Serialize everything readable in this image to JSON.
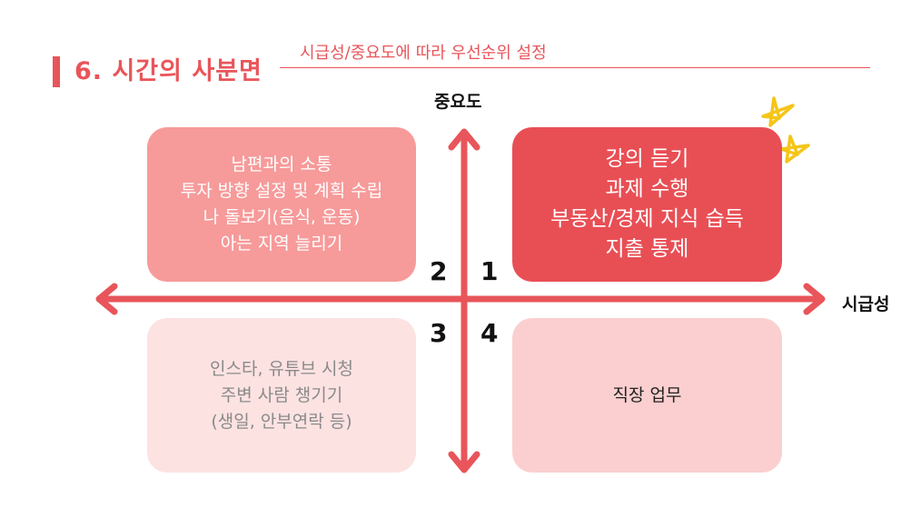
{
  "header": {
    "title": "6. 시간의 사분면",
    "subtitle": "시급성/중요도에 따라 우선순위 설정"
  },
  "axes": {
    "y_label": "중요도",
    "x_label": "시급성"
  },
  "quadrants": {
    "q1": {
      "number": "1",
      "lines": [
        "강의 듣기",
        "과제 수행",
        "부동산/경제 지식 습득",
        "지출 통제"
      ]
    },
    "q2": {
      "number": "2",
      "lines": [
        "남편과의 소통",
        "투자 방향 설정 및 계획 수립",
        "나 돌보기(음식, 운동)",
        "아는 지역 늘리기"
      ]
    },
    "q3": {
      "number": "3",
      "lines": [
        "인스타, 유튜브 시청",
        "주변 사람 챙기기",
        "(생일, 안부연락 등)"
      ]
    },
    "q4": {
      "number": "4",
      "lines": [
        "직장 업무"
      ]
    }
  },
  "colors": {
    "accent": "#e8555a",
    "q1": "#e84f55",
    "q2": "#f79a9a",
    "q3": "#fde2e2",
    "q4": "#fbcfcf",
    "star": "#f5c518"
  },
  "icons": {
    "decoration": "star-doodle-icon"
  }
}
